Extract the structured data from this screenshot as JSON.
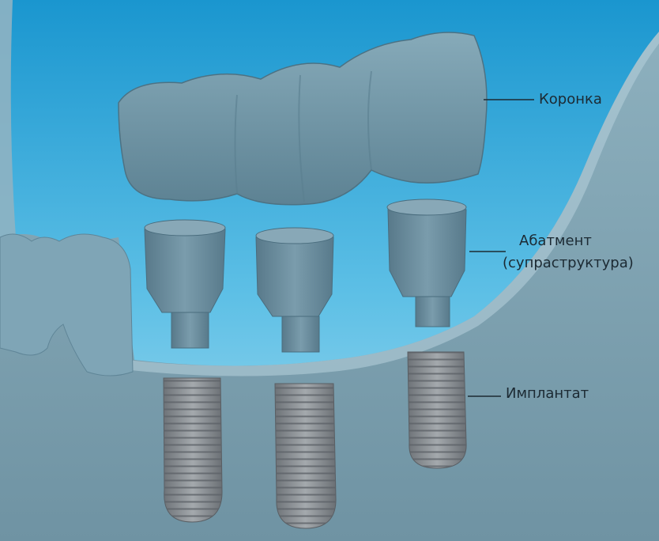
{
  "labels": {
    "crown": "Коронка",
    "abutment_line1": "Абатмент",
    "abutment_line2": "(супраструктура)",
    "implant": "Имплантат"
  },
  "colors": {
    "background_top": "#1e9fd6",
    "background_bottom": "#9fd7ee",
    "gum": "#7fa3b3",
    "crown": "#6f94a5",
    "abutment": "#6c8d9c",
    "implant": "#8a8f94"
  }
}
